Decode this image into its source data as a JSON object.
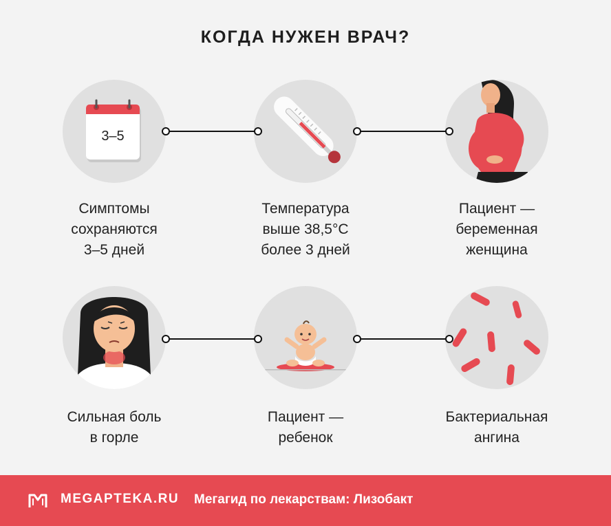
{
  "title": "КОГДА НУЖЕН ВРАЧ?",
  "items": [
    {
      "line1": "Симптомы",
      "line2": "сохраняются",
      "line3": "3–5 дней",
      "icon": "calendar-icon",
      "calendar_text": "3–5"
    },
    {
      "line1": "Температура",
      "line2": "выше 38,5°С",
      "line3": "более 3 дней",
      "icon": "thermometer-icon"
    },
    {
      "line1": "Пациент —",
      "line2": "беременная",
      "line3": "женщина",
      "icon": "pregnant-woman-icon"
    },
    {
      "line1": "Сильная боль",
      "line2": "в горле",
      "icon": "sore-throat-woman-icon"
    },
    {
      "line1": "Пациент —",
      "line2": "ребенок",
      "icon": "baby-icon"
    },
    {
      "line1": "Бактериальная",
      "line2": "ангина",
      "icon": "bacteria-icon"
    }
  ],
  "footer": {
    "brand": "MEGAPTEKA.RU",
    "tagline": "Мегагид по лекарствам: Лизобакт",
    "icon": "megapteka-logo-icon"
  },
  "colors": {
    "accent": "#e64a52",
    "background": "#f3f3f3",
    "circle": "#e0e0e0",
    "text": "#222222"
  }
}
